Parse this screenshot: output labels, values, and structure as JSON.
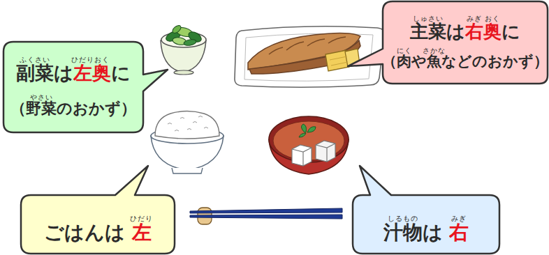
{
  "diagram": {
    "nodes": [
      {
        "text": [
          "副菜は左奥に",
          "（野菜のおかず）"
        ]
      },
      {
        "text": [
          "主菜は右奥に",
          "（肉や魚などのおかず）"
        ]
      },
      {
        "text": [
          "ごはんは 左"
        ]
      },
      {
        "text": [
          "汁物は 右"
        ]
      }
    ],
    "labels": [
      "ふくさい",
      "ひだり",
      "おく",
      "やさい",
      "しゅさい",
      "みぎ",
      "おく",
      "にく",
      "さかな",
      "ひだり",
      "しるもの",
      "みぎ"
    ]
  }
}
